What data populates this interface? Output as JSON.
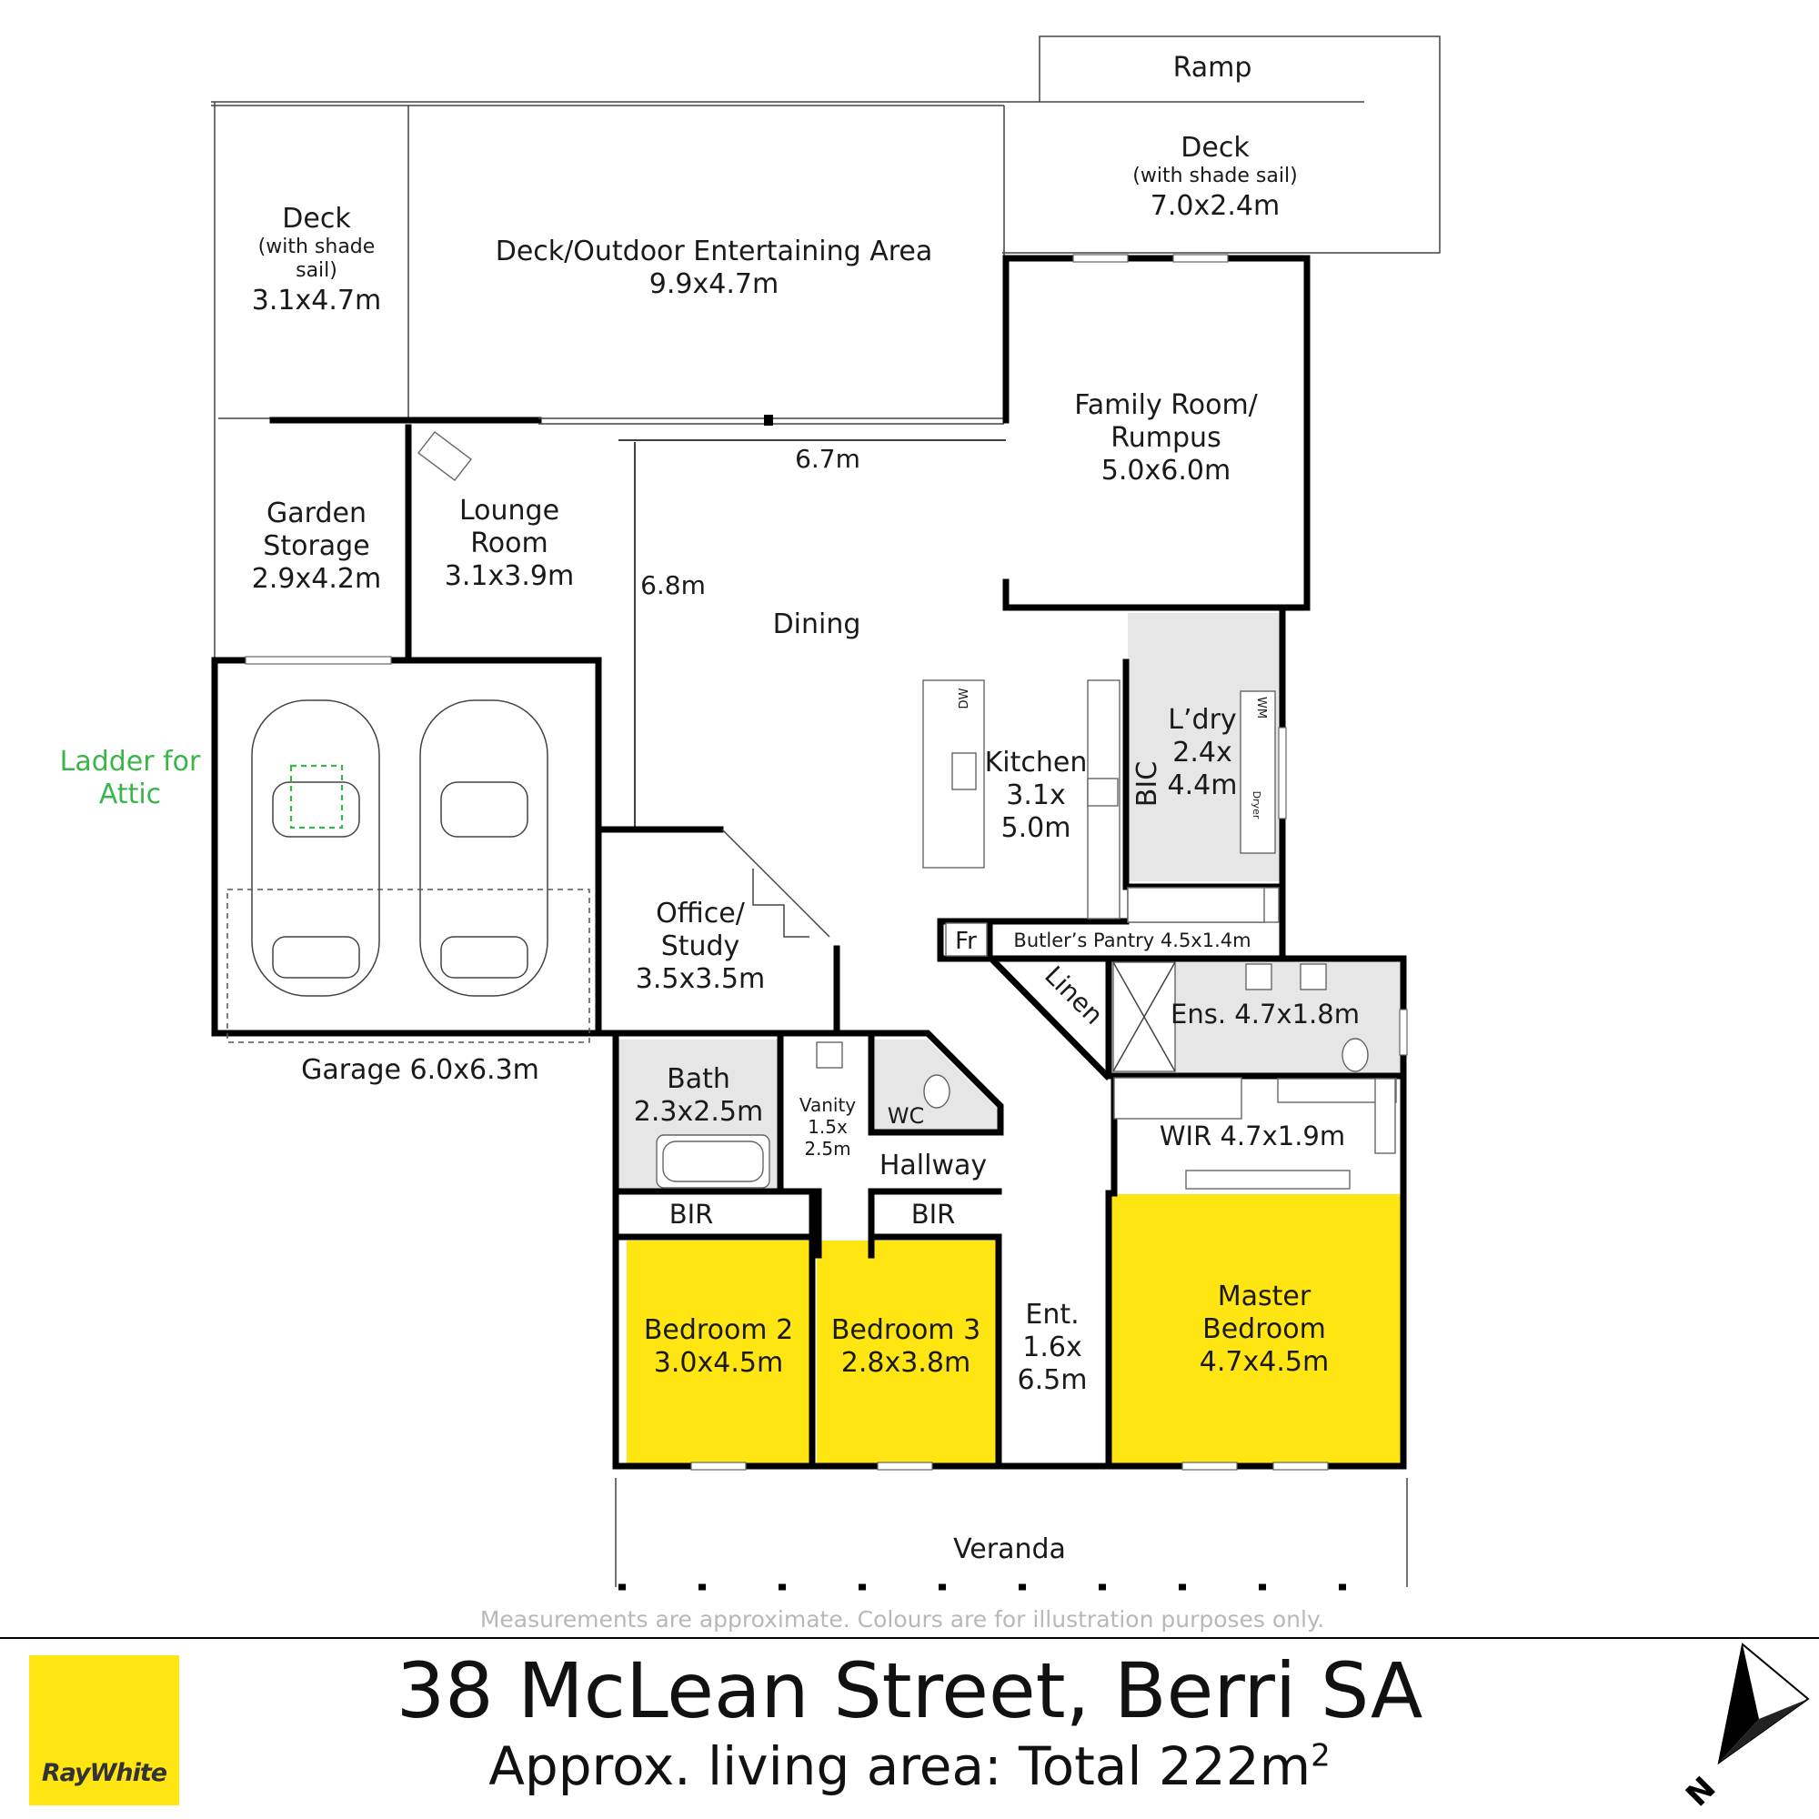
{
  "rooms": {
    "ramp": "Ramp",
    "deck_right_title": "Deck",
    "deck_right_note": "(with shade sail)",
    "deck_right_dims": "7.0x2.4m",
    "deck_left_title": "Deck",
    "deck_left_note1": "(with shade",
    "deck_left_note2": "sail)",
    "deck_left_dims": "3.1x4.7m",
    "outdoor_title": "Deck/Outdoor Entertaining Area",
    "outdoor_dims": "9.9x4.7m",
    "family_line1": "Family Room/",
    "family_line2": "Rumpus",
    "family_dims": "5.0x6.0m",
    "dim_horizontal": "6.7m",
    "dim_vertical": "6.8m",
    "garden_line1": "Garden",
    "garden_line2": "Storage",
    "garden_dims": "2.9x4.2m",
    "lounge_line1": "Lounge",
    "lounge_line2": "Room",
    "lounge_dims": "3.1x3.9m",
    "dining": "Dining",
    "kitchen_line1": "Kitchen",
    "kitchen_line2": "3.1x",
    "kitchen_line3": "5.0m",
    "bic_kitchen": "BIC",
    "laundry_line1": "L’dry",
    "laundry_line2": "2.4x",
    "laundry_line3": "4.4m",
    "dw": "DW",
    "wm": "WM",
    "dryer": "Dryer",
    "fridge": "Fr",
    "butlers": "Butler’s Pantry 4.5x1.4m",
    "linen": "Linen",
    "ensuite": "Ens. 4.7x1.8m",
    "wir": "WIR 4.7x1.9m",
    "office_line1": "Office/",
    "office_line2": "Study",
    "office_dims": "3.5x3.5m",
    "garage": "Garage 6.0x6.3m",
    "ladder_line1": "Ladder for",
    "ladder_line2": "Attic",
    "bath_line1": "Bath",
    "bath_dims": "2.3x2.5m",
    "vanity_line1": "Vanity",
    "vanity_line2": "1.5x",
    "vanity_line3": "2.5m",
    "wc": "WC",
    "hallway": "Hallway",
    "bir_bed2": "BIR",
    "bir_bed3": "BIR",
    "bed2_title": "Bedroom 2",
    "bed2_dims": "3.0x4.5m",
    "bed3_title": "Bedroom 3",
    "bed3_dims": "2.8x3.8m",
    "entry_line1": "Ent.",
    "entry_line2": "1.6x",
    "entry_line3": "6.5m",
    "master_line1": "Master",
    "master_line2": "Bedroom",
    "master_dims": "4.7x4.5m",
    "veranda": "Veranda"
  },
  "footer": {
    "disclaimer": "Measurements are approximate. Colours are for illustration purposes only.",
    "address": "38 McLean Street, Berri SA",
    "area_text": "Approx. living area: Total 222m",
    "area_unit_sup": "2",
    "logo": "RayWhite",
    "compass_letter": "N"
  },
  "colors": {
    "bedroom_fill": "#ffe512",
    "wet_area_fill": "#e6e6e6",
    "ladder_label": "#3ab54a",
    "logo_bg": "#ffe512",
    "disclaimer": "#b8b8b8",
    "walls": "#000000"
  }
}
